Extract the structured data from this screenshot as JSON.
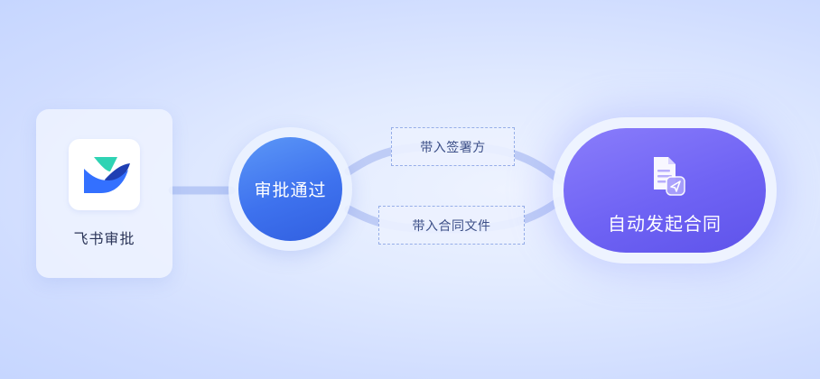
{
  "app": {
    "name": "飞书审批",
    "logo_icon": "feishu-approval-logo-icon"
  },
  "approval": {
    "label": "审批通过"
  },
  "tags": {
    "signers": "带入签署方",
    "file": "带入合同文件"
  },
  "contract": {
    "label": "自动发起合同",
    "icon": "document-send-icon"
  },
  "colors": {
    "approve_blue": "#3e72ee",
    "contract_purple": "#6f63f4",
    "connector": "#b9c8f7",
    "logo_teal": "#2fd3b4",
    "logo_blue": "#3370ff",
    "logo_navy": "#1f3fb3"
  }
}
